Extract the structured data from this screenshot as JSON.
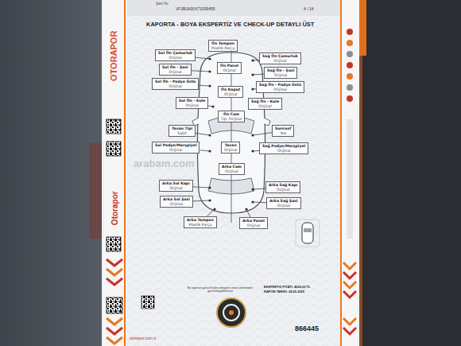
{
  "diagram": {
    "title": "KAPORTA - BOYA EKSPERTİZ VE CHECK-UP DETAYLI ÜST",
    "nodes": [
      {
        "text": [
          "Ön Tampon",
          "Plastik Parça"
        ]
      },
      {
        "text": [
          "Sol Ön Çamurluk",
          "Orijinal"
        ]
      },
      {
        "text": [
          "Sağ Ön Çamurluk",
          "Orijinal"
        ]
      },
      {
        "text": [
          "Ön Panel",
          "Orijinal"
        ]
      },
      {
        "text": [
          "Sol Ön - Şasi",
          "Orijinal"
        ]
      },
      {
        "text": [
          "Sağ Ön - Şasi",
          "Orijinal"
        ]
      },
      {
        "text": [
          "Sol Ön - Podye Üstü",
          "Orijinal"
        ]
      },
      {
        "text": [
          "Sağ Ön - Podye Üstü",
          "Orijinal"
        ]
      },
      {
        "text": [
          "Ön Kaput",
          "Orijinal"
        ]
      },
      {
        "text": [
          "Sol Ön - Kule",
          "Orijinal"
        ]
      },
      {
        "text": [
          "Sağ Ön - Kule",
          "Orijinal"
        ]
      },
      {
        "text": [
          "Ön Cam",
          "Tip: Orijinal"
        ]
      },
      {
        "text": [
          "Tavan Tipi",
          "Sabit"
        ]
      },
      {
        "text": [
          "Sunroof",
          "Yok"
        ]
      },
      {
        "text": [
          "Sol Podye/Marşpiyel",
          "Orijinal"
        ]
      },
      {
        "text": [
          "Tavan",
          "Orijinal"
        ]
      },
      {
        "text": [
          "Sağ Podye/Marşpiyel",
          "Orijinal"
        ]
      },
      {
        "text": [
          "Arka Cam",
          "Orijinal"
        ]
      },
      {
        "text": [
          "Arka Sol Kapı",
          "Orijinal"
        ]
      },
      {
        "text": [
          "Arka Sağ Kapı",
          "Orijinal"
        ]
      },
      {
        "text": [
          "Arka Sol Şasi",
          "Orijinal"
        ]
      },
      {
        "text": [
          "Arka Sağ Şasi",
          "Orijinal"
        ]
      },
      {
        "text": [
          "Arka Tampon",
          "Plastik Parça"
        ]
      },
      {
        "text": [
          "Arka Panel",
          "Orijinal"
        ]
      }
    ],
    "labels": [
      "Şasi No",
      "VF3BJA00X71099455",
      "4 / 14",
      "OTORAPOR",
      "Otorapor",
      "arabam.com",
      "Bu raporun güncel halini otorapor.com.tr adresinden görüntüleyebilirsiniz",
      "EKSPERTİZ FİYATI: 4000,00 TL",
      "RAPOR TARİHİ: 24.05.2025",
      "866445",
      "otorapor.com.tr"
    ]
  }
}
